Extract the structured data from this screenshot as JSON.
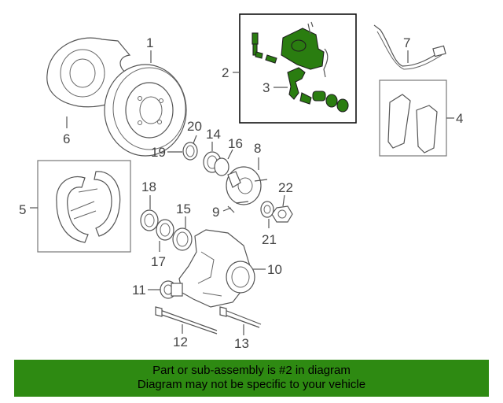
{
  "diagram": {
    "callouts": [
      "1",
      "2",
      "3",
      "4",
      "5",
      "6",
      "7",
      "8",
      "9",
      "10",
      "11",
      "12",
      "13",
      "14",
      "15",
      "16",
      "17",
      "18",
      "19",
      "20",
      "21",
      "22"
    ],
    "highlight_color": "#2a7d10"
  },
  "notice": {
    "line1": "Part or sub-assembly is #2 in diagram",
    "line2": "Diagram may not be specific to your vehicle",
    "background": "#2e8a12"
  }
}
